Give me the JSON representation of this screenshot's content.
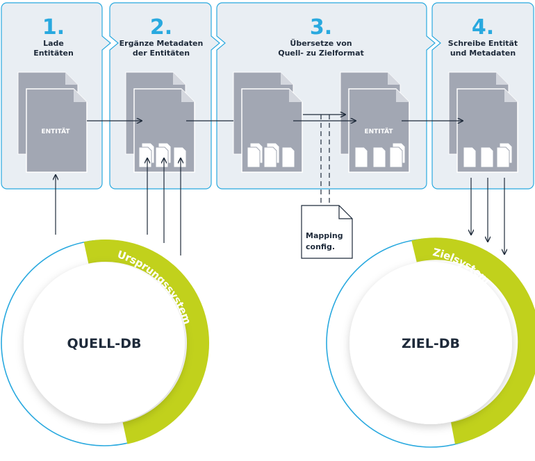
{
  "colors": {
    "accent_blue": "#29a9df",
    "panel_bg": "#e9eef3",
    "doc_gray": "#a2a7b3",
    "arrow": "#1e2a3a",
    "ring_green": "#c1d11c",
    "ring_blue": "#29a9df"
  },
  "steps": [
    {
      "number": "1.",
      "title_lines": [
        "Lade",
        "Entitäten"
      ]
    },
    {
      "number": "2.",
      "title_lines": [
        "Ergänze Metadaten",
        "der Entitäten"
      ]
    },
    {
      "number": "3.",
      "title_lines": [
        "Übersetze von",
        "Quell- zu Zielformat"
      ]
    },
    {
      "number": "4.",
      "title_lines": [
        "Schreibe Entität",
        "und Metadaten"
      ]
    }
  ],
  "document_label": "ENTITÄT",
  "mapping_config": {
    "lines": [
      "Mapping",
      "config."
    ]
  },
  "source": {
    "db_label": "QUELL-DB",
    "system_label": "Ursprungssystem"
  },
  "target": {
    "db_label": "ZIEL-DB",
    "system_label": "Zielsystem"
  }
}
